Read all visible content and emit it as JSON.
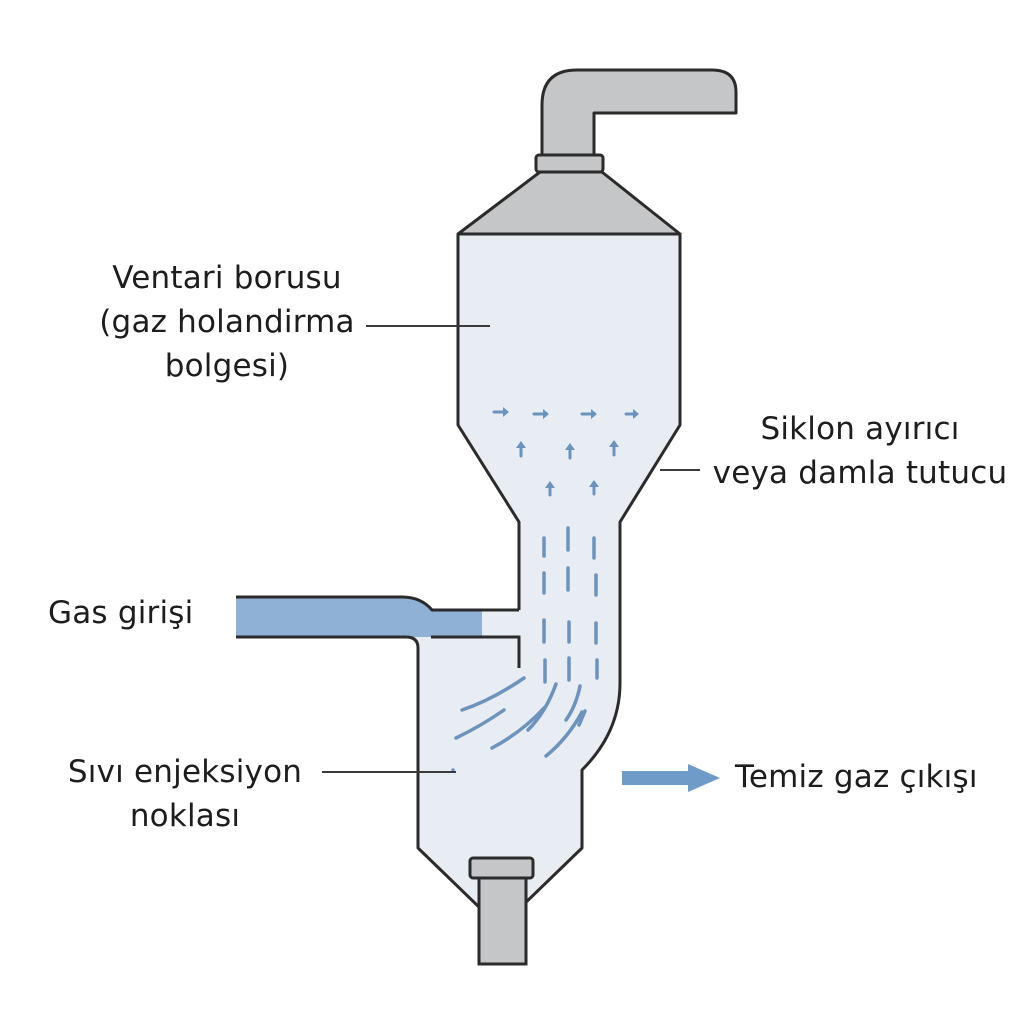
{
  "labels": {
    "venturi": [
      "Ventari borusu",
      "(gaz holandirma",
      "bolgesi)"
    ],
    "cyclone": [
      "Siklon ayırıcı",
      "veya damla tutucu"
    ],
    "gas_inlet": "Gas girişi",
    "liquid_injection": [
      "Sıvı enjeksiyon",
      "noklası"
    ],
    "clean_gas_outlet": "Temiz gaz çıkışı"
  },
  "colors": {
    "outline": "#2b2b2b",
    "vessel_fill": "#e8edf3",
    "metal_gray": "#c4c6c8",
    "gas_blue": "#8fb1d6",
    "droplet_blue": "#6b93bd",
    "arrow_blue": "#6f9bc9",
    "text": "#1d1d1d"
  }
}
